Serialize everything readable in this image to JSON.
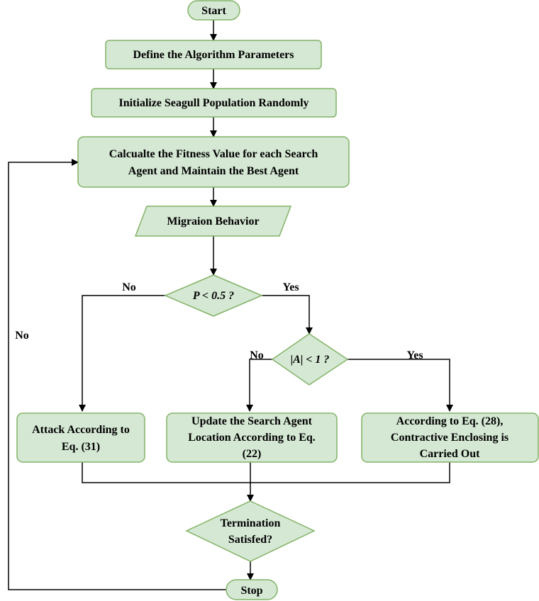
{
  "colors": {
    "node_fill": "#d5e8d4",
    "node_stroke": "#82b366",
    "edge": "#000000"
  },
  "nodes": {
    "start": "Start",
    "define_params": "Define the Algorithm Parameters",
    "init_population": "Initialize Seagull Population Randomly",
    "fitness_line1": "Calcualte the Fitness Value for each Search",
    "fitness_line2": "Agent and Maintain the Best Agent",
    "migration": "Migraion Behavior",
    "decision_p_var": "P",
    "decision_p_rest": " < 0.5 ?",
    "decision_a_left": "|",
    "decision_a_var": "A",
    "decision_a_mid": "| < ",
    "decision_a_num": "1 ?",
    "attack_line1": "Attack According to",
    "attack_line2": "Eq. (31)",
    "update_line1": "Update the Search Agent",
    "update_line2": "Location According to Eq.",
    "update_line3": "(22)",
    "enclose_line1": "According to Eq. (28),",
    "enclose_line2": "Contractive Enclosing is",
    "enclose_line3": "Carried Out",
    "termination_line1": "Termination",
    "termination_line2": "Satisfed?",
    "stop": "Stop"
  },
  "edge_labels": {
    "p_no": "No",
    "p_yes": "Yes",
    "a_no": "No",
    "a_yes": "Yes",
    "loop_no": "No"
  }
}
